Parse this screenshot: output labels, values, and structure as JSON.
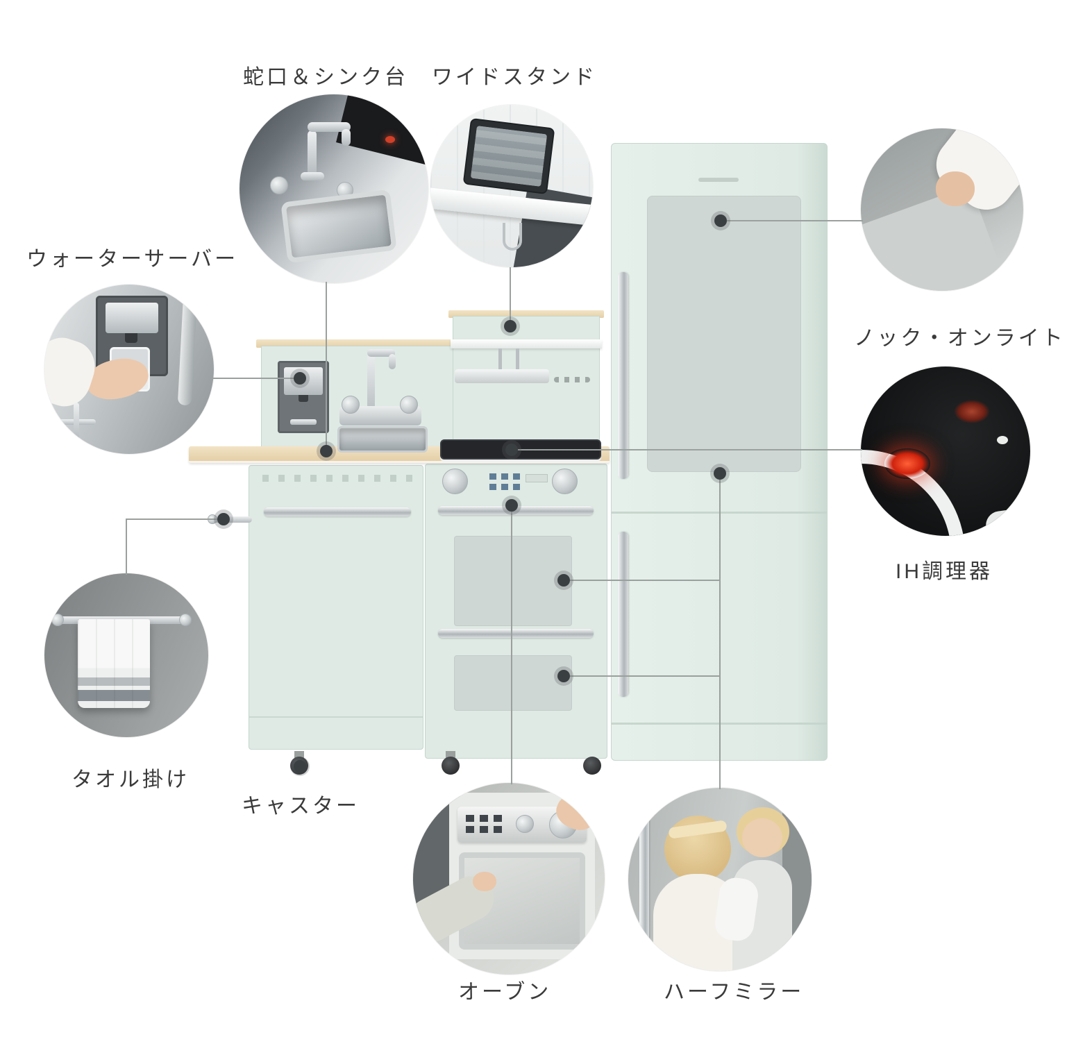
{
  "features": [
    {
      "id": "faucet-sink",
      "label": "蛇口＆シンク台"
    },
    {
      "id": "wide-stand",
      "label": "ワイドスタンド"
    },
    {
      "id": "water-server",
      "label": "ウォーターサーバー"
    },
    {
      "id": "knock-on-light",
      "label": "ノック・オンライト"
    },
    {
      "id": "ih-cooktop",
      "label": "IH調理器"
    },
    {
      "id": "towel-rack",
      "label": "タオル掛け"
    },
    {
      "id": "caster",
      "label": "キャスター"
    },
    {
      "id": "oven",
      "label": "オーブン"
    },
    {
      "id": "half-mirror",
      "label": "ハーフミラー"
    }
  ],
  "colors": {
    "kitchen_mint": "#dfeae4",
    "kitchen_mint_edge": "#c6d6ce",
    "counter_wood": "#ecd9b6",
    "mirror_panel_gray": "#cfd7d4",
    "connector_line": "#9aa09d",
    "anchor_dot": "#3a3f41",
    "label_text": "#3a3a3a",
    "ih_burner_red": "#d52a12",
    "background": "#ffffff"
  }
}
